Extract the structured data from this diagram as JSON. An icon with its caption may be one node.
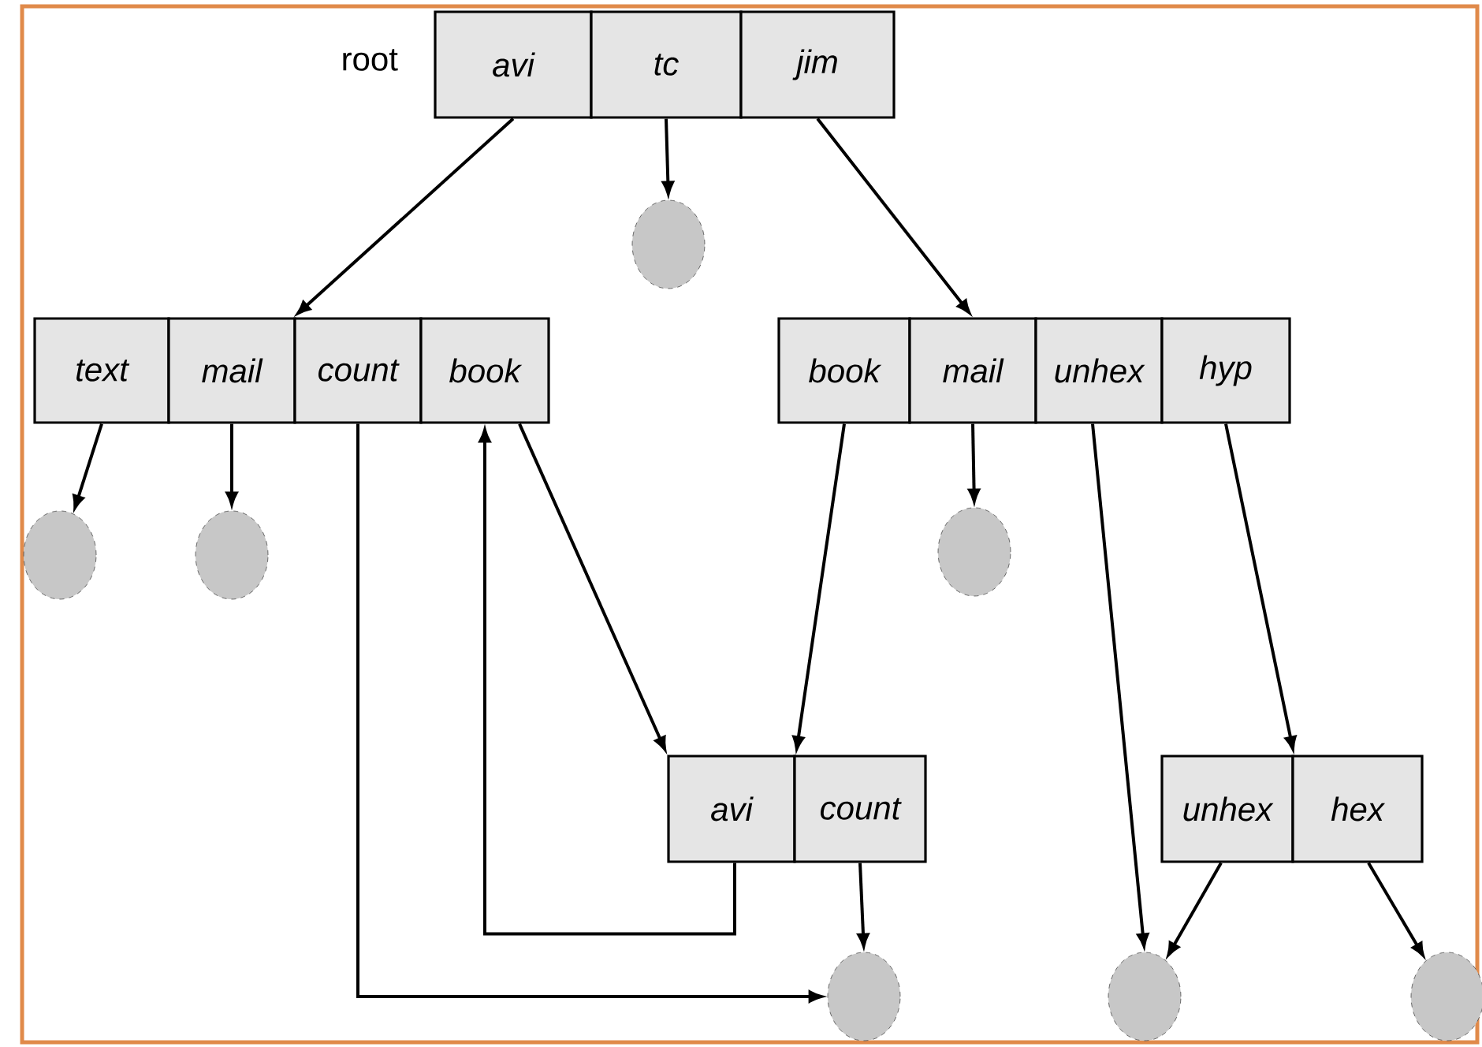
{
  "diagram": {
    "nodes": [
      {
        "text": [
          "avi"
        ]
      },
      {
        "text": [
          "tc"
        ]
      },
      {
        "text": [
          "jim"
        ]
      },
      {
        "text": [
          "text"
        ]
      },
      {
        "text": [
          "mail"
        ]
      },
      {
        "text": [
          "count"
        ]
      },
      {
        "text": [
          "book"
        ]
      },
      {
        "text": [
          "book"
        ]
      },
      {
        "text": [
          "mail"
        ]
      },
      {
        "text": [
          "unhex"
        ]
      },
      {
        "text": [
          "hyp"
        ]
      },
      {
        "text": [
          "avi"
        ]
      },
      {
        "text": [
          "count"
        ]
      },
      {
        "text": [
          "unhex"
        ]
      },
      {
        "text": [
          "hex"
        ]
      },
      {
        "text": [],
        "shape": "circle"
      },
      {
        "text": [],
        "shape": "circle"
      },
      {
        "text": [],
        "shape": "circle"
      },
      {
        "text": [],
        "shape": "circle"
      },
      {
        "text": [],
        "shape": "circle"
      },
      {
        "text": [],
        "shape": "circle"
      },
      {
        "text": [],
        "shape": "circle"
      }
    ],
    "edges": [
      {
        "from": 0,
        "to": 5,
        "arrow": "to"
      },
      {
        "from": 1,
        "to": 15,
        "arrow": "to"
      },
      {
        "from": 2,
        "to": 8,
        "arrow": "to"
      },
      {
        "from": 3,
        "to": 16,
        "arrow": "to"
      },
      {
        "from": 4,
        "to": 17,
        "arrow": "to"
      },
      {
        "from": 5,
        "to": 19,
        "arrow": "to"
      },
      {
        "from": 6,
        "to": 11,
        "arrow": "to"
      },
      {
        "from": 11,
        "to": 6,
        "arrow": "to"
      },
      {
        "from": 7,
        "to": 11,
        "arrow": "to"
      },
      {
        "from": 8,
        "to": 18,
        "arrow": "to"
      },
      {
        "from": 9,
        "to": 20,
        "arrow": "to"
      },
      {
        "from": 10,
        "to": 13,
        "arrow": "to"
      },
      {
        "from": 12,
        "to": 19,
        "arrow": "to"
      },
      {
        "from": 13,
        "to": 20,
        "arrow": "to"
      },
      {
        "from": 14,
        "to": 21,
        "arrow": "to"
      }
    ],
    "labels": [
      "root"
    ]
  }
}
